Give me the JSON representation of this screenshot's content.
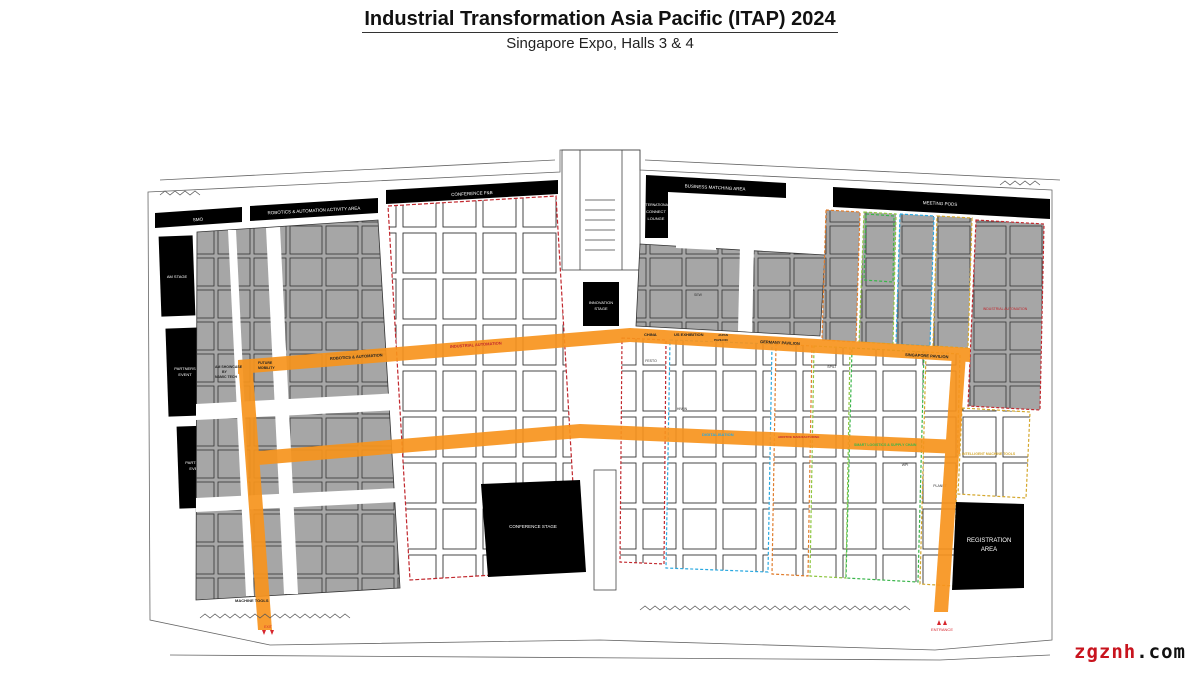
{
  "header": {
    "title": "Industrial Transformation Asia Pacific (ITAP) 2024",
    "subtitle": "Singapore Expo, Halls 3 & 4"
  },
  "colors": {
    "aisle_orange": "#f7941d",
    "booth_grey": "#a6a6a6",
    "black_zone": "#000000",
    "industrial_automation_border": "#c1272d",
    "digitalisation_border": "#29a8e0",
    "additive_border": "#e07b2a",
    "smart_logistics_border": "#39b54a",
    "light_green_border": "#8dc63f",
    "intelligent_machine_tools_border": "#d4a72c",
    "entrance_red": "#d7262d"
  },
  "top_zones": {
    "smo": "SMO",
    "robotics_activity_area": "ROBOTICS & AUTOMATION ACTIVITY AREA",
    "conference_fb": "CONFERENCE F&B",
    "business_matching_area": "BUSINESS MATCHING AREA",
    "international_connect_lounge_1": "INTERNATIONAL",
    "international_connect_lounge_2": "CONNECT",
    "international_connect_lounge_3": "LOUNGE",
    "meeting_pods": "MEETING PODS"
  },
  "left_zones": {
    "am_stage": "AM STAGE",
    "partners_event_1_a": "PARTNERS",
    "partners_event_1_b": "EVENT",
    "partners_event_2_a": "PARTNERS",
    "partners_event_2_b": "EVENT"
  },
  "stages": {
    "innovation_stage_1": "INNOVATION",
    "innovation_stage_2": "STAGE",
    "conference_stage": "CONFERENCE STAGE",
    "registration_1": "REGISTRATION",
    "registration_2": "AREA"
  },
  "aisle_labels": {
    "future_mobility_1": "FUTURE",
    "future_mobility_2": "MOBILITY",
    "am_showcase_1": "AM SHOWCASE",
    "am_showcase_2": "BY",
    "am_showcase_3": "NAMIC TECH",
    "robotics_automation": "ROBOTICS & AUTOMATION",
    "industrial_automation": "INDUSTRIAL AUTOMATION",
    "china": "CHINA",
    "us_exhibition": "US EXHIBITION",
    "japan_pavilion_1": "JAPAN",
    "japan_pavilion_2": "PAVILION",
    "germany_pavilion": "GERMANY PAVILION",
    "singapore_pavilion": "SINGAPORE PAVILION",
    "digitalisation": "DIGITALISATION",
    "additive_manufacturing": "ADDITIVE MANUFACTURING",
    "smart_logistics": "SMART LOGISTICS & SUPPLY CHAIN",
    "intelligent_machine_tools": "INTELLIGENT MACHINE TOOLS",
    "machine_tools": "MACHINE TOOLS",
    "industrial_automation_zone": "INDUSTRIAL AUTOMATION"
  },
  "booth_labels": {
    "festo": "FESTO",
    "sew": "SEW",
    "hiwin": "HIWIN",
    "wpi": "WPI",
    "spilt": "SPILT",
    "planet": "PLANET"
  },
  "exits": {
    "exit": "EXIT",
    "entrance": "ENTRANCE"
  },
  "watermark": {
    "part1": "zgznh",
    "part2": ".com"
  }
}
